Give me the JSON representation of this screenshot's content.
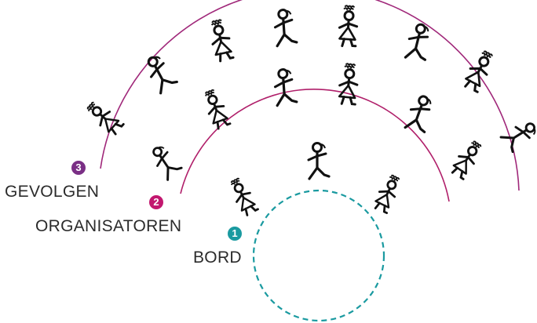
{
  "rings": [
    {
      "number": "1",
      "label": "BORD",
      "color": "#1a9aa0"
    },
    {
      "number": "2",
      "label": "ORGANISATOREN",
      "color": "#c2176f"
    },
    {
      "number": "3",
      "label": "GEVOLGEN",
      "color": "#7a2f85"
    }
  ],
  "icons": {
    "figure": "stick-figure-icon"
  },
  "colors": {
    "arc_outer": "#a0287a",
    "arc_inner": "#b01f6a",
    "circle": "#1a9aa0",
    "ink": "#111111"
  }
}
